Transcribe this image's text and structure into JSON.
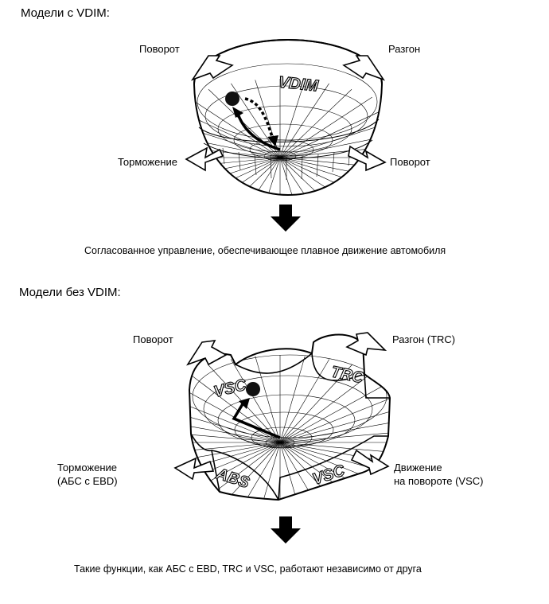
{
  "top": {
    "header": "Модели с VDIM:",
    "bowl_label": "VDIM",
    "labels": {
      "turn_left": "Поворот",
      "acceleration": "Разгон",
      "braking": "Торможение",
      "turn_right": "Поворот"
    },
    "caption": "Согласованное управление, обеспечивающее плавное движение автомобиля"
  },
  "bottom": {
    "header": "Модели без VDIM:",
    "petal_labels": {
      "vsc_top": "VSC",
      "trc": "TRC",
      "abs": "ABS",
      "vsc_bottom": "VSC"
    },
    "labels": {
      "turn": "Поворот",
      "acceleration": "Разгон (TRC)",
      "braking_line1": "Торможение",
      "braking_line2": "(АБС с EBD)",
      "cornering_line1": "Движение",
      "cornering_line2": "на повороте (VSC)"
    },
    "caption": "Такие функции, как АБС с EBD, TRC и VSC, работают независимо от друга"
  }
}
